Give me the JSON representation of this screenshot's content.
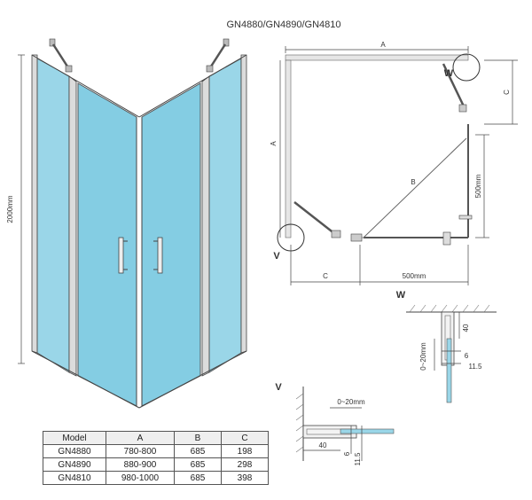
{
  "title": "GN4880/GN4890/GN4810",
  "front_view": {
    "height_label": "2000mm"
  },
  "plan_view": {
    "label_A_top": "A",
    "label_A_left": "A",
    "label_B": "B",
    "label_C_right": "C",
    "label_C_bottom": "C",
    "label_500_right": "500mm",
    "label_500_bottom": "500mm",
    "detail_W": "W",
    "detail_V": "V"
  },
  "detail_W": {
    "title": "W",
    "dim_40": "40",
    "dim_0_20": "0~20mm",
    "dim_6": "6",
    "dim_11_5": "11.5"
  },
  "detail_V": {
    "title": "V",
    "dim_0_20": "0~20mm",
    "dim_40": "40",
    "dim_6": "6",
    "dim_11_5": "11.5"
  },
  "table": {
    "headers": [
      "Model",
      "A",
      "B",
      "C"
    ],
    "rows": [
      [
        "GN4880",
        "780-800",
        "685",
        "198"
      ],
      [
        "GN4890",
        "880-900",
        "685",
        "298"
      ],
      [
        "GN4810",
        "980-1000",
        "685",
        "398"
      ]
    ]
  },
  "colors": {
    "glass": "#9ad6e8",
    "line": "#444444"
  }
}
